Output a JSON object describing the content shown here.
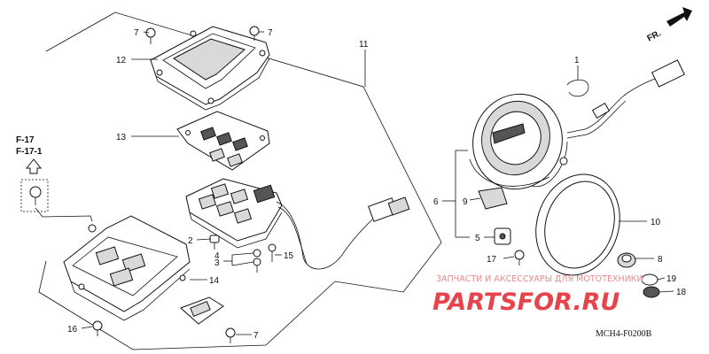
{
  "orientation": {
    "label": "FR."
  },
  "reference": {
    "lines": [
      "F-17",
      "F-17-1"
    ]
  },
  "callouts": {
    "c1": "1",
    "c2": "2",
    "c3": "3",
    "c4": "4",
    "c5": "5",
    "c6": "6",
    "c7a": "7",
    "c7b": "7",
    "c7c": "7",
    "c8": "8",
    "c9": "9",
    "c10": "10",
    "c11": "11",
    "c12": "12",
    "c13": "13",
    "c14": "14",
    "c15": "15",
    "c16": "16",
    "c17": "17",
    "c18": "18",
    "c19": "19"
  },
  "watermark": {
    "top": "ЗАПЧАСТИ И АКСЕССУАРЫ ДЛЯ МОТОТЕХНИКИ",
    "brand": "PARTSFOR.RU"
  },
  "diagram_code": "MCH4-F0200B"
}
